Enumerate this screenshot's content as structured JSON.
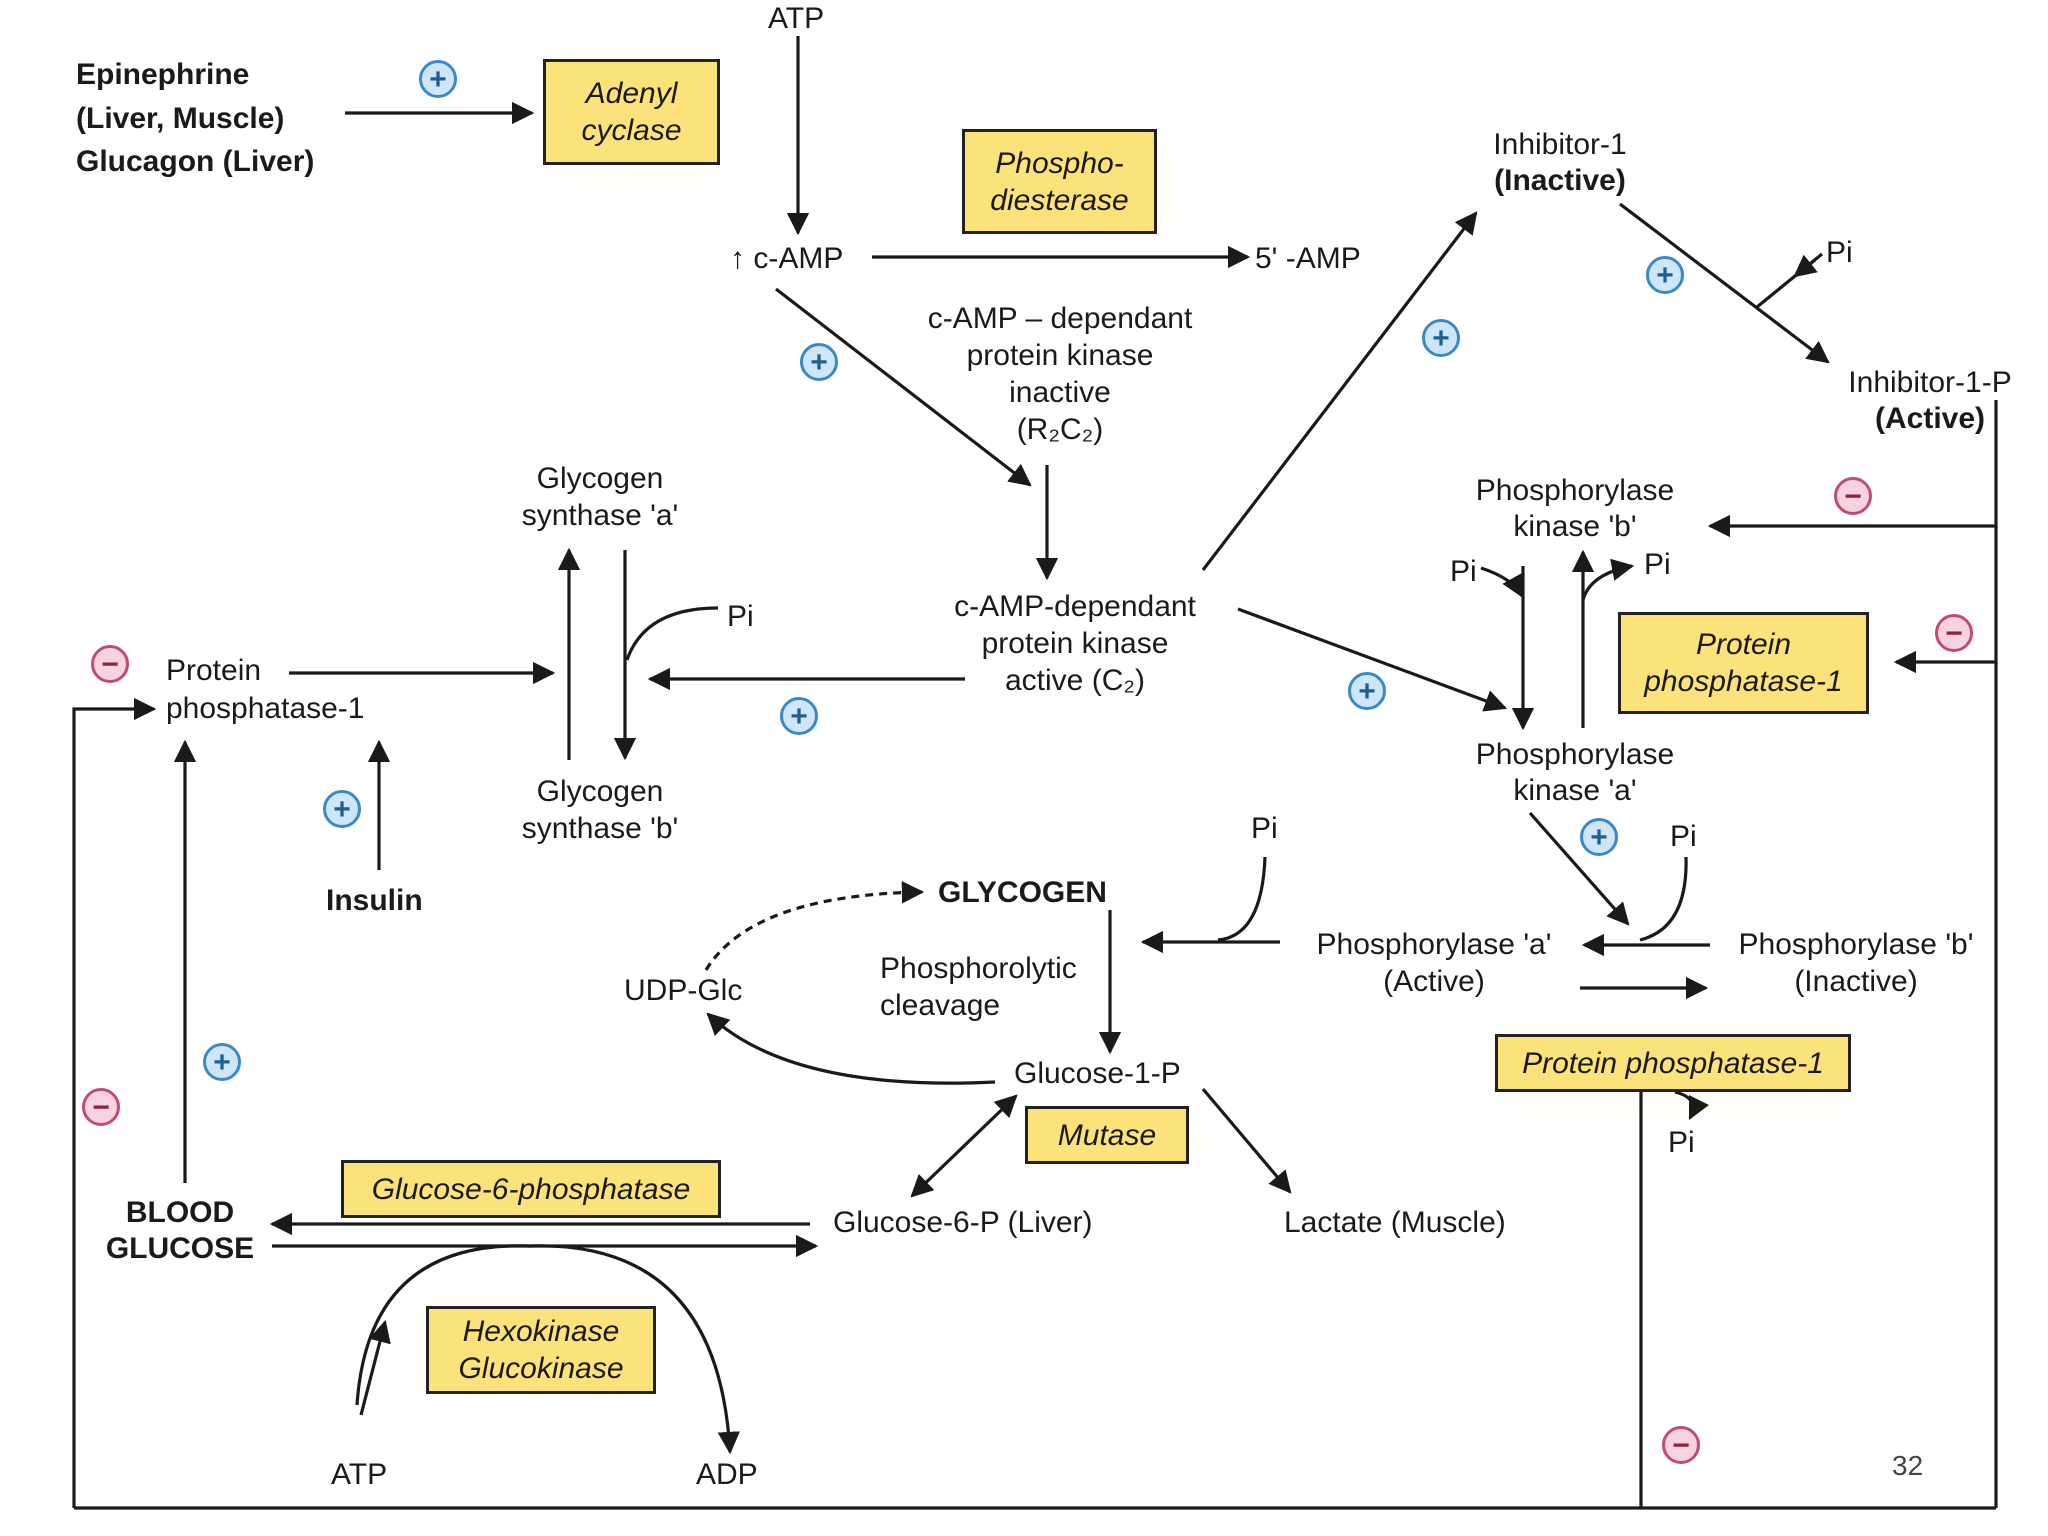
{
  "labels": {
    "atp_top": "ATP",
    "epinephrine": "Epinephrine",
    "liver_muscle": "(Liver, Muscle)",
    "glucagon": "Glucagon (Liver)",
    "camp": "↑ c-AMP",
    "five_amp": "5' -AMP",
    "pk_inactive_1": "c-AMP – dependant",
    "pk_inactive_2": "protein kinase",
    "pk_inactive_3": "inactive",
    "pk_inactive_4": "(R₂C₂)",
    "inhibitor1": "Inhibitor-1",
    "inhibitor1_state": "(Inactive)",
    "inhibitor1p": "Inhibitor-1-P",
    "inhibitor1p_state": "(Active)",
    "pi_inh": "Pi",
    "gs_a_1": "Glycogen",
    "gs_a_2": "synthase 'a'",
    "gs_b_1": "Glycogen",
    "gs_b_2": "synthase 'b'",
    "pi_gs": "Pi",
    "pk_active_1": "c-AMP-dependant",
    "pk_active_2": "protein kinase",
    "pk_active_3": "active (C₂)",
    "pp1_left_1": "Protein",
    "pp1_left_2": "phosphatase-1",
    "insulin": "Insulin",
    "phk_b_1": "Phosphorylase",
    "phk_b_2": "kinase 'b'",
    "phk_a_1": "Phosphorylase",
    "phk_a_2": "kinase 'a'",
    "pi_phk_left": "Pi",
    "pi_phk_right": "Pi",
    "glycogen": "GLYCOGEN",
    "pi_glycogen": "Pi",
    "ph_a": "Phosphorylase 'a'",
    "ph_a_state": "(Active)",
    "ph_b": "Phosphorylase 'b'",
    "ph_b_state": "(Inactive)",
    "pi_ph": "Pi",
    "pi_pp1_bottom": "Pi",
    "udp_glc": "UDP-Glc",
    "phosphorolytic_1": "Phosphorolytic",
    "phosphorolytic_2": "cleavage",
    "g1p": "Glucose-1-P",
    "g6p": "Glucose-6-P (Liver)",
    "lactate": "Lactate (Muscle)",
    "blood_1": "BLOOD",
    "blood_2": "GLUCOSE",
    "atp_bottom": "ATP",
    "adp_bottom": "ADP"
  },
  "enzymes": {
    "adenyl_1": "Adenyl",
    "adenyl_2": "cyclase",
    "pde_1": "Phospho-",
    "pde_2": "diesterase",
    "pp1_right_1": "Protein",
    "pp1_right_2": "phosphatase-1",
    "pp1_bottom": "Protein phosphatase-1",
    "mutase": "Mutase",
    "g6pase": "Glucose-6-phosphatase",
    "hexo_1": "Hexokinase",
    "hexo_2": "Glucokinase"
  },
  "signs": {
    "plus": "+",
    "minus": "−"
  },
  "page_number": "32"
}
